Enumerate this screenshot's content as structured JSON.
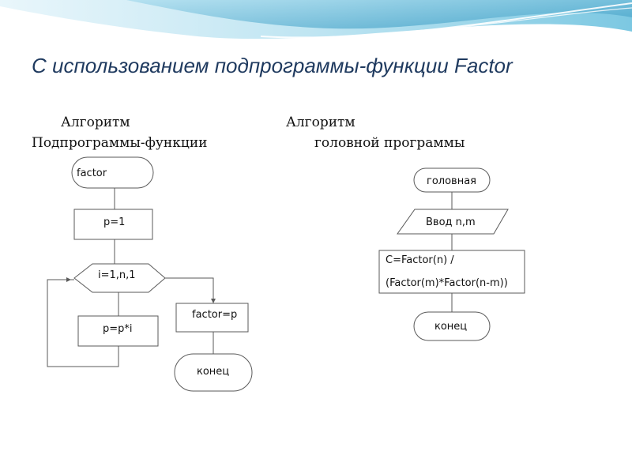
{
  "slide": {
    "title": "С использованием подпрограммы-функции Factor",
    "captions": {
      "left_line1": "Алгоритм",
      "left_line2": "Подпрограммы-функции",
      "right_line1": "Алгоритм",
      "right_line2": "головной программы"
    }
  },
  "subroutine_flowchart": {
    "start": "factor",
    "init": "p=1",
    "loop": "i=1,n,1",
    "body": "p=p*i",
    "assign": "factor=p",
    "end": "конец"
  },
  "main_flowchart": {
    "start": "головная",
    "input": "Ввод n,m",
    "compute_line1": "C=Factor(n) /",
    "compute_line2": "(Factor(m)*Factor(n-m))",
    "end": "конец"
  },
  "colors": {
    "title": "#1f3a5f",
    "wave_light": "#d6eef7",
    "wave_mid": "#8ccfe6",
    "wave_dark": "#3a9cc4",
    "shape_stroke": "#5a5a5a"
  }
}
